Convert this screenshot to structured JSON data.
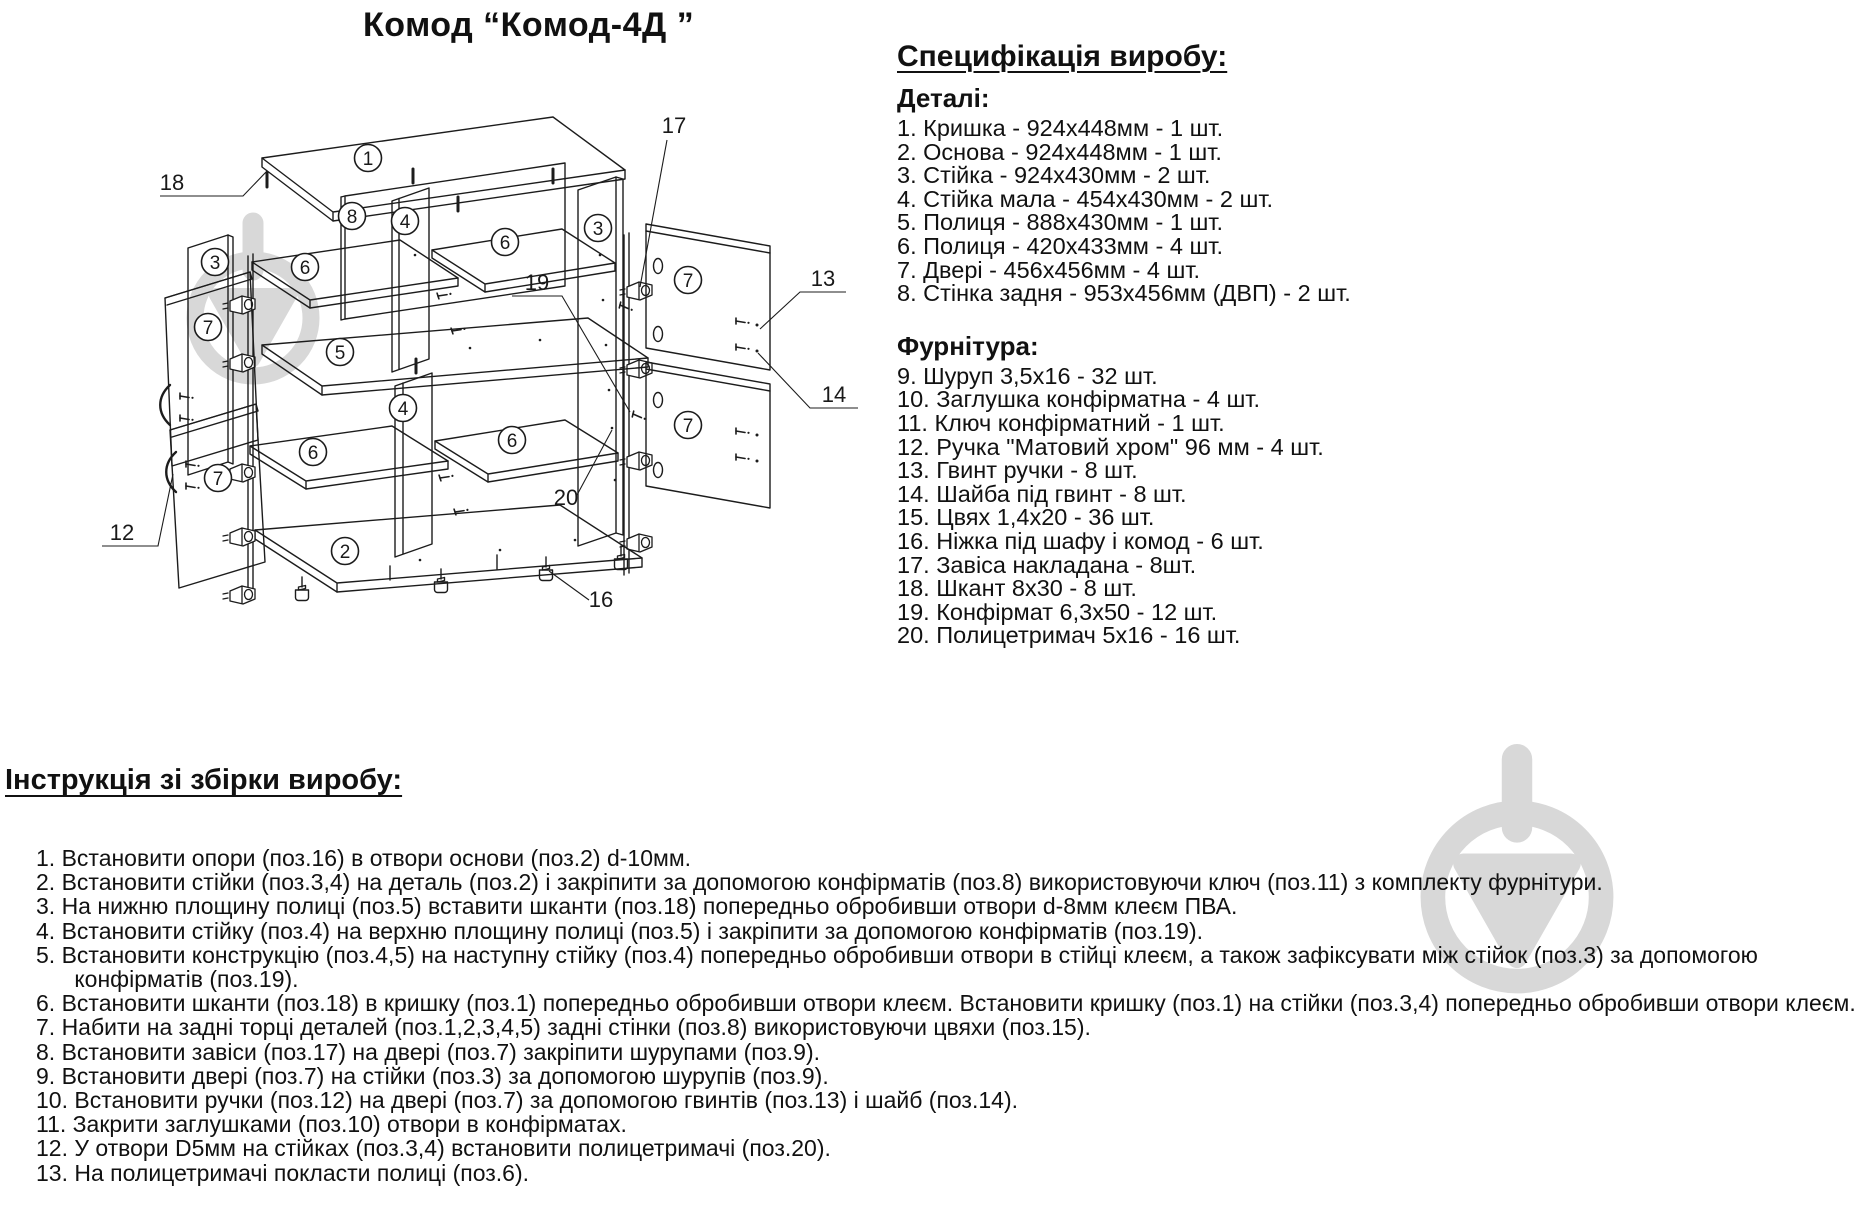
{
  "title": "Комод “Комод-4Д ”",
  "spec": {
    "heading": "Специфікація виробу:",
    "details_heading": "Деталі:",
    "details": [
      "1. Кришка - 924х448мм - 1 шт.",
      "2. Основа - 924х448мм - 1 шт.",
      "3. Стійка - 924х430мм - 2 шт.",
      "4. Стійка мала - 454х430мм - 2 шт.",
      "5. Полиця - 888х430мм - 1 шт.",
      "6. Полиця - 420х433мм - 4 шт.",
      "7. Двері - 456х456мм - 4 шт.",
      "8. Стінка задня - 953х456мм (ДВП) - 2 шт."
    ],
    "hardware_heading": "Фурнітура:",
    "hardware": [
      "9. Шуруп 3,5х16 - 32 шт.",
      "10. Заглушка конфірматна - 4 шт.",
      "11. Ключ конфірматний - 1 шт.",
      "12. Ручка \"Матовий хром\" 96 мм - 4 шт.",
      "13. Гвинт ручки - 8 шт.",
      "14. Шайба під гвинт - 8 шт.",
      "15. Цвях 1,4х20 - 36 шт.",
      "16. Ніжка під шафу і комод - 6 шт.",
      "17. Завіса накладана - 8шт.",
      "18. Шкант 8х30 - 8 шт.",
      "19. Конфірмат 6,3х50 - 12 шт.",
      "20. Полицетримач 5х16 - 16 шт."
    ]
  },
  "instructions": {
    "heading": "Інструкція зі збірки виробу:",
    "steps": [
      "1. Встановити опори (поз.16) в отвори основи (поз.2) d-10мм.",
      "2. Встановити стійки (поз.3,4) на деталь (поз.2) і закріпити за допомогою конфірматів (поз.8) використовуючи ключ (поз.11) з комплекту фурнітури.",
      "3. На нижню площину полиці (поз.5) вставити шканти (поз.18) попередньо обробивши отвори d-8мм клеєм ПВА.",
      "4. Встановити стійку (поз.4) на верхню площину полиці (поз.5) і закріпити за допомогою конфірматів (поз.19).",
      "5. Встановити конструкцію (поз.4,5) на наступну стійку (поз.4) попередньо обробивши отвори в стійці клеєм, а також зафіксувати між стійок (поз.3) за допомогою\n      конфірматів (поз.19).",
      "6. Встановити шканти (поз.18) в кришку (поз.1) попередньо обробивши отвори клеєм. Встановити кришку (поз.1) на стійки (поз.3,4) попередньо обробивши отвори клеєм.",
      "7. Набити на задні торці деталей (поз.1,2,3,4,5) задні стінки (поз.8) використовуючи цвяхи (поз.15).",
      "8. Встановити завіси (поз.17) на двері (поз.7) закріпити шурупами (поз.9).",
      "9. Встановити двері (поз.7) на стійки (поз.3) за допомогою шурупів (поз.9).",
      "10. Встановити ручки (поз.12) на двері (поз.7) за допомогою гвинтів (поз.13) і шайб (поз.14).",
      "11. Закрити заглушками (поз.10) отвори в конфірматах.",
      "12. У отвори D5мм на стійках (поз.3,4) встановити полицетримачі (поз.20).",
      "13. На полицетримачі покласти полиці (поз.6)."
    ]
  },
  "diagram": {
    "badges": [
      "1",
      "8",
      "4",
      "3",
      "6",
      "6",
      "3",
      "7",
      "5",
      "4",
      "6",
      "6",
      "7",
      "7",
      "7",
      "2"
    ],
    "callouts": [
      "18",
      "17",
      "19",
      "13",
      "14",
      "20",
      "12",
      "16"
    ],
    "watermark_color": "#d8d8d8",
    "line_color": "#1c1c1c"
  }
}
